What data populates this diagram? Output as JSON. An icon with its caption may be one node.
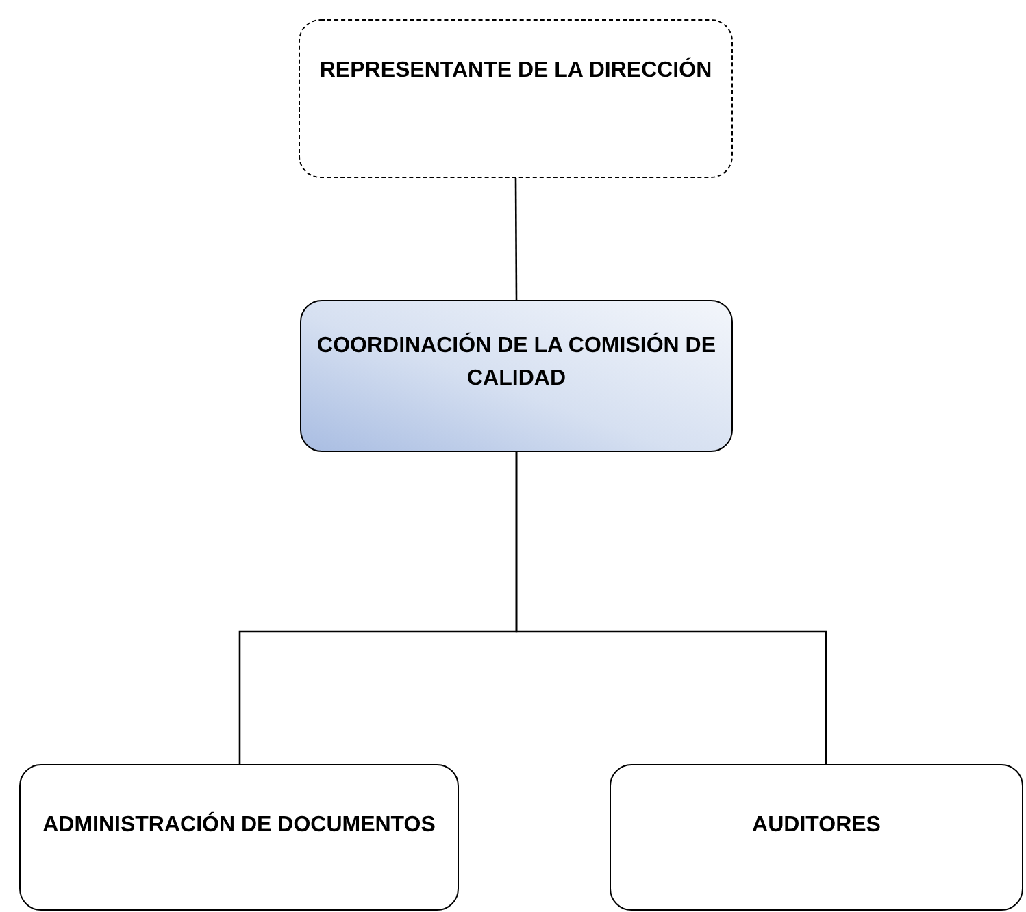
{
  "diagram": {
    "nodes": [
      {
        "text": [
          "REPRESENTANTE DE LA DIRECCIÓN"
        ]
      },
      {
        "text": [
          "COORDINACIÓN DE LA COMISIÓN DE CALIDAD"
        ]
      },
      {
        "text": [
          "ADMINISTRACIÓN DE DOCUMENTOS"
        ]
      },
      {
        "text": [
          "AUDITORES"
        ]
      }
    ],
    "edges": [
      {
        "from": 0,
        "to": 1,
        "arrow": "none"
      },
      {
        "from": 1,
        "to": 2,
        "arrow": "none"
      },
      {
        "from": 1,
        "to": 3,
        "arrow": "none"
      }
    ]
  }
}
